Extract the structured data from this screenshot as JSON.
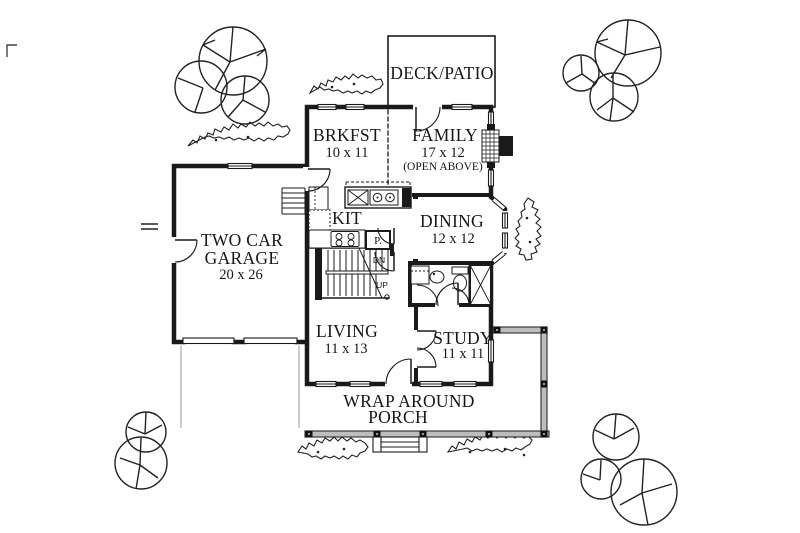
{
  "plan": {
    "colors": {
      "line": "#1a1a1a",
      "porch_rail_fill": "#bdbdbd",
      "driveway": "#c6c6c6",
      "background": "#ffffff"
    },
    "rooms": {
      "deck": {
        "name": "DECK/PATIO"
      },
      "brkfst": {
        "name": "BRKFST",
        "dims": "10 x 11"
      },
      "family": {
        "name": "FAMILY",
        "dims": "17 x 12",
        "note": "(OPEN ABOVE)"
      },
      "kitchen": {
        "name": "KIT"
      },
      "dining": {
        "name": "DINING",
        "dims": "12 x 12"
      },
      "garage": {
        "line1": "TWO CAR",
        "line2": "GARAGE",
        "dims": "20 x 26"
      },
      "living": {
        "name": "LIVING",
        "dims": "11 x 13"
      },
      "study": {
        "name": "STUDY",
        "dims": "11 x 11"
      },
      "porch": {
        "line1": "WRAP AROUND",
        "line2": "PORCH"
      }
    },
    "annotations": {
      "down": "DN",
      "up": "UP",
      "pantry": "P."
    }
  }
}
